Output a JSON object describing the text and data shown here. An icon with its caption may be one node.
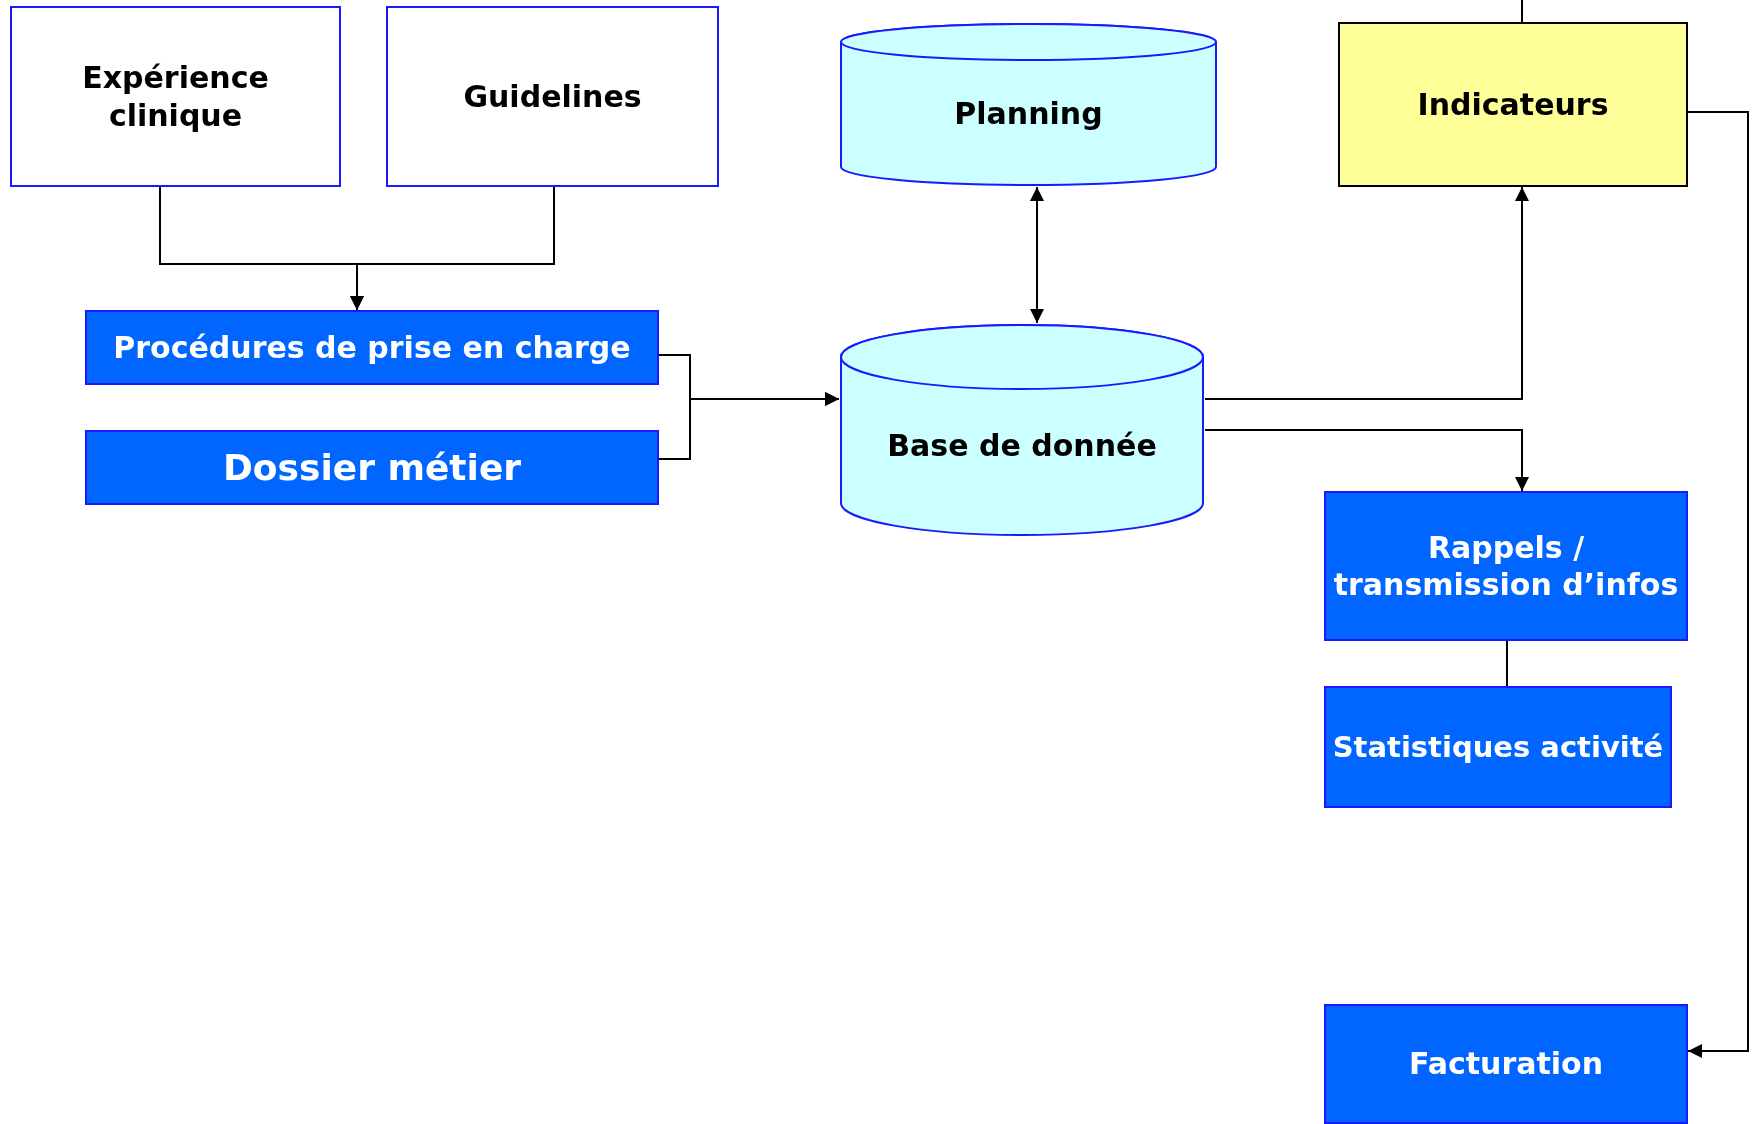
{
  "diagram": {
    "nodes": [
      {
        "text": [
          "Expérience clinique"
        ]
      },
      {
        "text": [
          "Guidelines"
        ]
      },
      {
        "text": [
          "Planning"
        ]
      },
      {
        "text": [
          "Indicateurs"
        ]
      },
      {
        "text": [
          "Procédures de prise en charge"
        ]
      },
      {
        "text": [
          "Dossier métier"
        ]
      },
      {
        "text": [
          "Base de donnée"
        ]
      },
      {
        "text": [
          "Rappels / transmission d’infos"
        ]
      },
      {
        "text": [
          "Statistiques activité"
        ]
      },
      {
        "text": [
          "Facturation"
        ]
      }
    ],
    "edges": [
      {
        "from": 0,
        "to": 4,
        "arrow": "to"
      },
      {
        "from": 1,
        "to": 4,
        "arrow": "to"
      },
      {
        "from": 4,
        "to": 6,
        "arrow": "to"
      },
      {
        "from": 5,
        "to": 6,
        "arrow": "to"
      },
      {
        "from": 2,
        "to": 6,
        "arrow": "both"
      },
      {
        "from": 6,
        "to": 3,
        "arrow": "to"
      },
      {
        "from": 6,
        "to": 7,
        "arrow": "to"
      },
      {
        "from": 7,
        "to": 8,
        "arrow": "none"
      },
      {
        "from": 3,
        "to": 9,
        "arrow": "to"
      },
      {
        "from": null,
        "to": 3,
        "arrow": "none"
      }
    ]
  }
}
